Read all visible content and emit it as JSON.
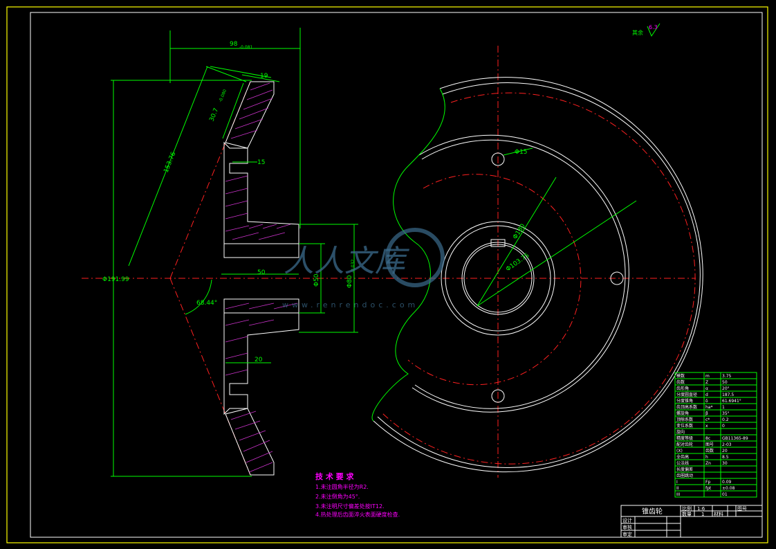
{
  "drawing": {
    "title": "锥齿轮",
    "surface_finish": {
      "label": "其余",
      "value": "6.3"
    },
    "watermark": {
      "text": "人人文库",
      "url": "www.renrendoc.com"
    },
    "dimensions": {
      "top_width": "98",
      "top_width_tol": "-0.081",
      "cone_top": "19",
      "face_width": "30.7",
      "face_width_tol": "-0.080",
      "cone_distance": "153.76",
      "outer_diameter": "Φ191.99",
      "groove": "15",
      "hub_length": "50",
      "hub_diameter": "Φ80",
      "hub_diameter_tol": "-0.032",
      "bore": "Φ50",
      "web": "20",
      "angle": "68.44°",
      "hole": "Φ15",
      "pitch_circle": "Φ180",
      "bolt_circle": "Φ103.75"
    },
    "tech_requirements": {
      "heading": "技 术 要 求",
      "items": [
        "1.未注圆角半径为R2.",
        "2.未注倒角为45°.",
        "3.未注明尺寸偏差处按IT12.",
        "4.热处理后齿面淬火表面硬度检查."
      ]
    },
    "params": [
      {
        "name": "模数",
        "sym": "m",
        "val": "3.75"
      },
      {
        "name": "齿数",
        "sym": "Z",
        "val": "50"
      },
      {
        "name": "齿形角",
        "sym": "α",
        "val": "20°"
      },
      {
        "name": "分度圆直径",
        "sym": "d",
        "val": "187.5"
      },
      {
        "name": "分度锥角",
        "sym": "δ",
        "val": "61.6941°"
      },
      {
        "name": "齿顶高系数",
        "sym": "ha*",
        "val": "1"
      },
      {
        "name": "螺旋角",
        "sym": "β",
        "val": "35°"
      },
      {
        "name": "顶隙系数",
        "sym": "c*",
        "val": "0.2"
      },
      {
        "name": "变位系数",
        "sym": "x",
        "val": "0"
      },
      {
        "name": "旋向",
        "sym": "",
        "val": ""
      },
      {
        "name": "精度等级",
        "sym": "8c",
        "val": "GB11365-89"
      },
      {
        "name": "配对齿轮",
        "sym": "图号",
        "val": "2-03"
      },
      {
        "name": "(X)",
        "sym": "齿数",
        "val": "20"
      },
      {
        "name": "全齿高",
        "sym": "h",
        "val": "8.5"
      },
      {
        "name": "公法线",
        "sym": "Zn",
        "val": "30"
      },
      {
        "name": "长度偏差",
        "sym": "",
        "val": ""
      },
      {
        "name": "齿圈跳动",
        "sym": "",
        "val": ""
      },
      {
        "name": "I",
        "sym": "Fp",
        "val": "0.09"
      },
      {
        "name": "II",
        "sym": "fpt",
        "val": "±0.08"
      },
      {
        "name": "III",
        "sym": "",
        "val": "01"
      }
    ],
    "title_block": {
      "scale_label": "比例",
      "scale": "1:6",
      "qty_label": "数量",
      "qty": "1",
      "sheet_label": "图号",
      "mat_label": "材料",
      "rows": [
        "设计",
        "审核",
        "审定"
      ]
    }
  }
}
